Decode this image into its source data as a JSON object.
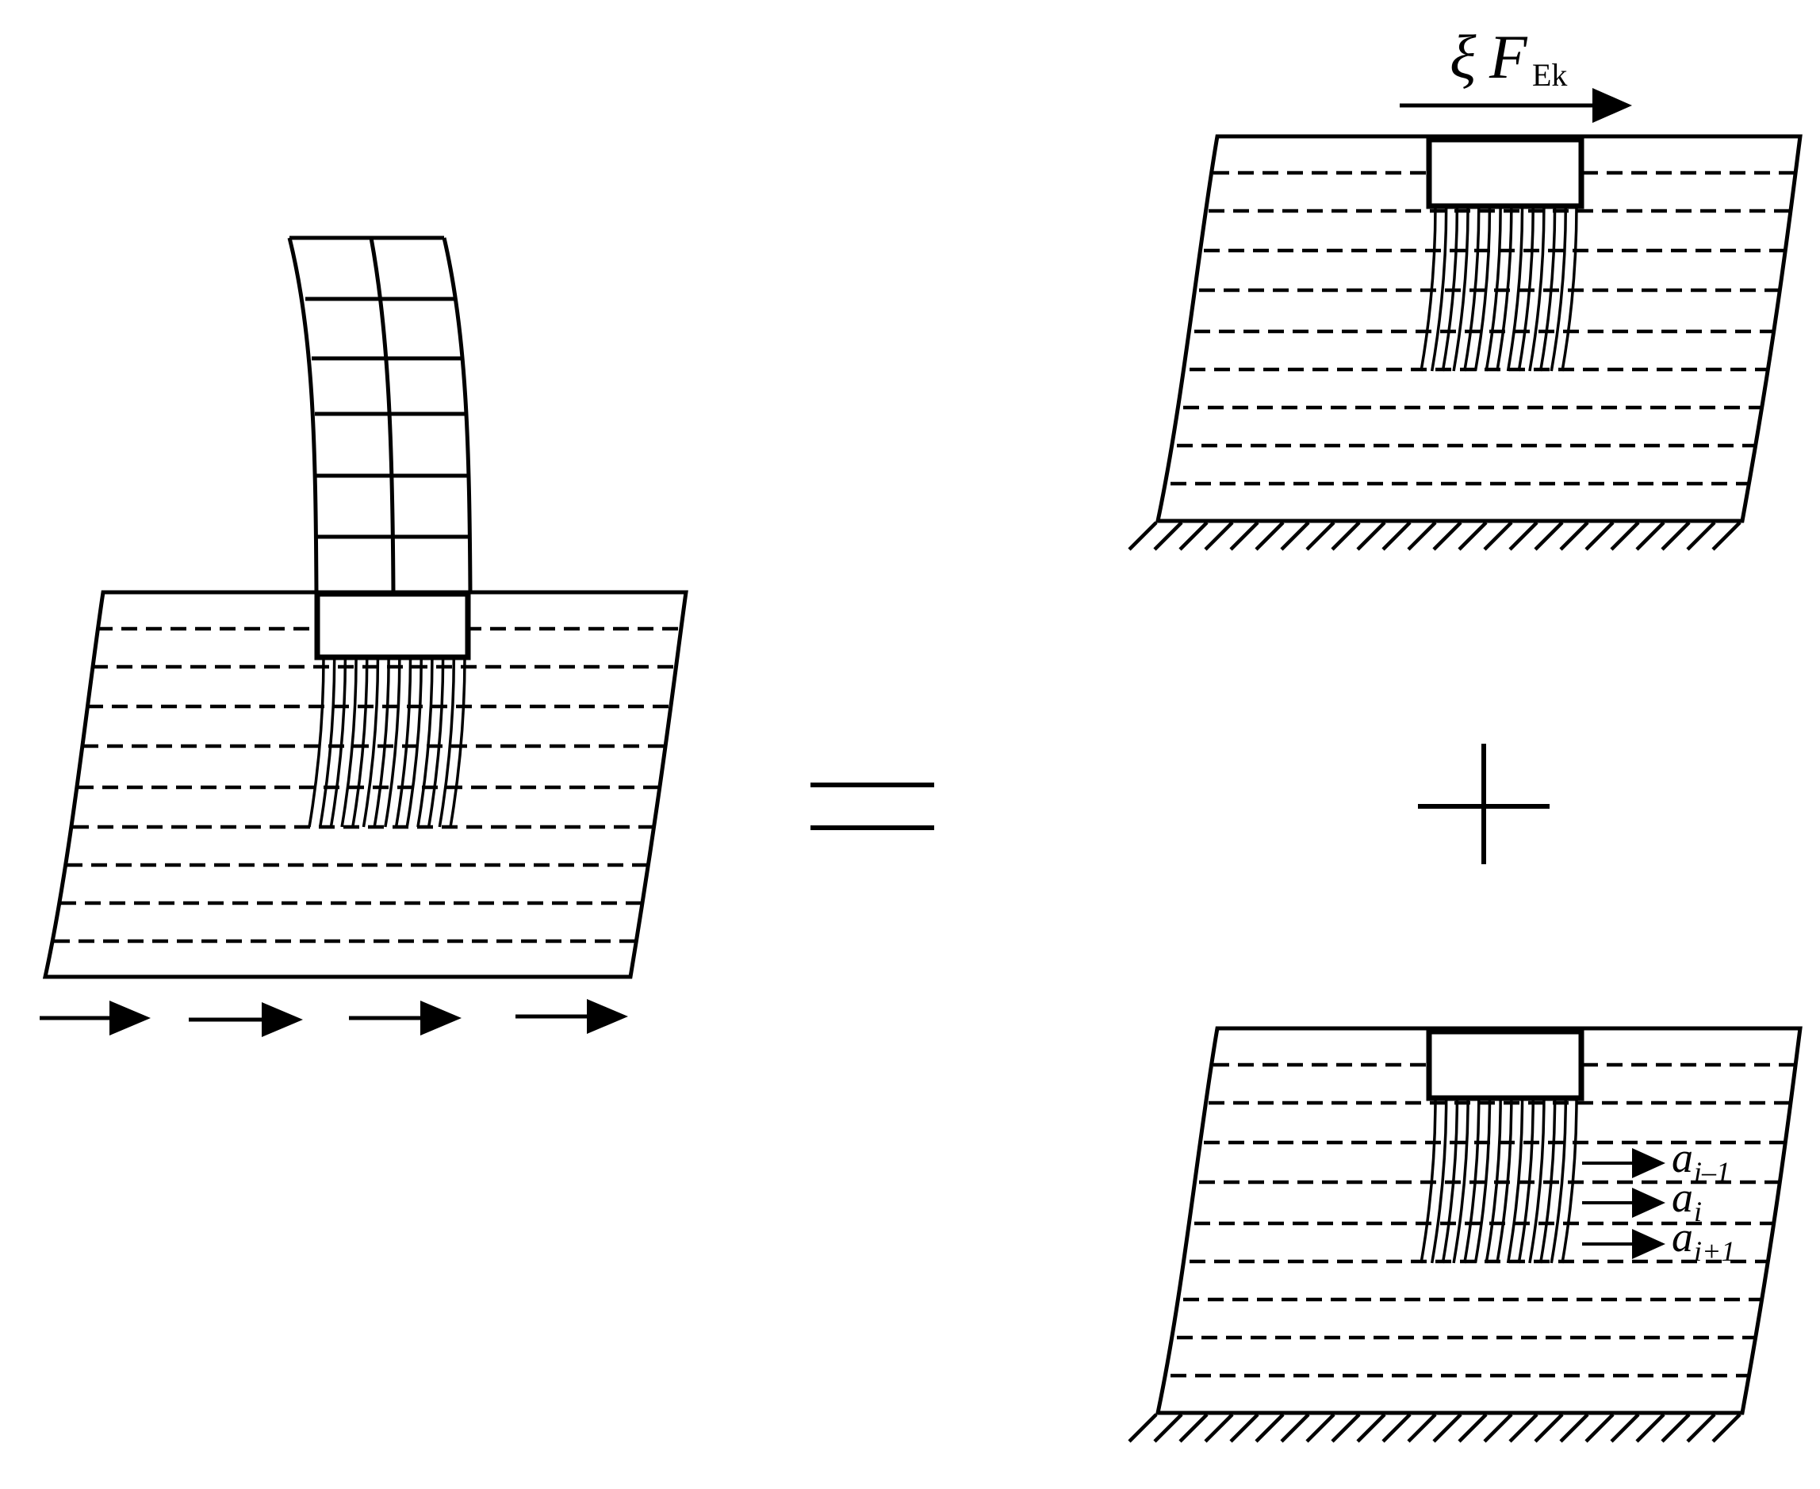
{
  "labels": {
    "force_symbol": "ξ",
    "force_main": "F",
    "force_sub": "Ek",
    "accel_base": "a",
    "accel_above_sub": "i–1",
    "accel_mid_sub": "i",
    "accel_below_sub": "i+1"
  },
  "operators": {
    "equals": "equals-sign",
    "plus": "plus-sign"
  },
  "colors": {
    "ink": "#000000",
    "paper": "#ffffff"
  }
}
